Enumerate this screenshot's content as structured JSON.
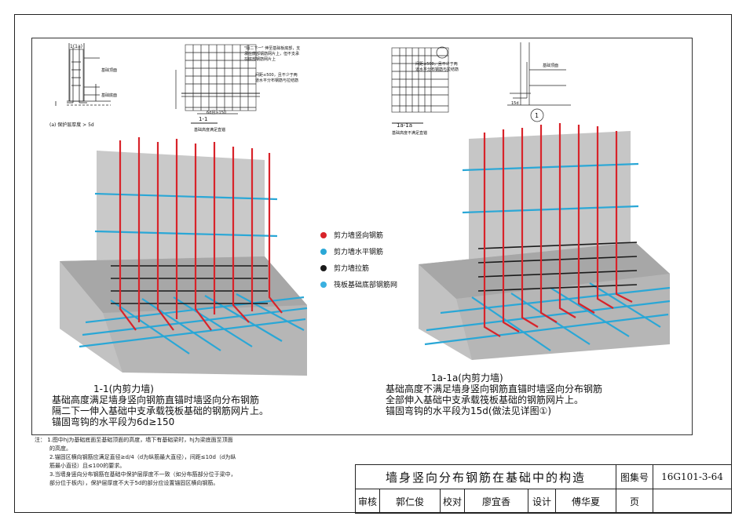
{
  "detail_1": {
    "section_label": "1(1a)",
    "sub_caption": "(a) 保护层厚度 > 5d",
    "label_top": "基础顶面",
    "label_bot": "基础底面"
  },
  "detail_2": {
    "note_a": "\"隔二下一\" 伸至基础板底部，支",
    "note_a2": "承在底部钢筋网片上，但不支承",
    "note_a3": "在底部钢筋网片上",
    "note_b": "间距≤500，且不少于两",
    "note_b2": "道水平分布钢筋与拉结筋",
    "dim": "6d且≥150",
    "section": "1-1",
    "caption": "基础高度满足直锚"
  },
  "detail_3": {
    "note": "间距≤500，且不少于两",
    "note2": "道水平分布钢筋与拉结筋",
    "section": "1a-1a",
    "caption": "基础高度不满足直锚"
  },
  "detail_4": {
    "circle": "1",
    "label_top": "基础顶面",
    "dim": "15d"
  },
  "legend": [
    {
      "label": "剪力墙竖向钢筋",
      "color": "#d8232a"
    },
    {
      "label": "剪力墙水平钢筋",
      "color": "#2aa7d6"
    },
    {
      "label": "剪力墙拉筋",
      "color": "#1a1a1a"
    },
    {
      "label": "筏板基础底部钢筋网",
      "color": "#3ab0e0"
    }
  ],
  "left_caption": {
    "title": "1-1(内剪力墙)",
    "line1": "基础高度满足墙身竖向钢筋直锚时墙竖向分布钢筋",
    "line2": "隔二下一伸入基础中支承载筏板基础的钢筋网片上。",
    "line3": "锚固弯钩的水平段为6d≥150"
  },
  "right_caption": {
    "title": "1a-1a(内剪力墙)",
    "line1": "基础高度不满足墙身竖向钢筋直锚时墙竖向分布钢筋",
    "line2": "全部伸入基础中支承载筏板基础的钢筋网片上。",
    "line3": "锚固弯钩的水平段为15d(做法见详图①)"
  },
  "notes": {
    "head": "注：",
    "n1": "1.图中hj为基础底面至基础顶面的高度，墙下有基础梁时，hj为梁底面至顶面",
    "n1b": "的高度。",
    "n2": "2.锚固区横向钢筋应满足直径≥d/4（d为纵筋最大直径），间距≤10d（d为纵",
    "n2b": "筋最小直径）且≤100的要求。",
    "n3": "3.当墙身竖向分布钢筋在基础中保护层厚度不一致（如分布筋部分位于梁中，",
    "n3b": "部分位于板内），保护层厚度不大于5d的部分应设置锚固区横向钢筋。"
  },
  "title_block": {
    "title": "墙身竖向分布钢筋在基础中的构造",
    "atlas_label": "图集号",
    "atlas_no": "16G101-3-64",
    "review_label": "审核",
    "review_name": "郭仁俊",
    "check_label": "校对",
    "check_name": "廖宜香",
    "design_label": "设计",
    "design_name": "傅华夏",
    "page_label": "页"
  }
}
